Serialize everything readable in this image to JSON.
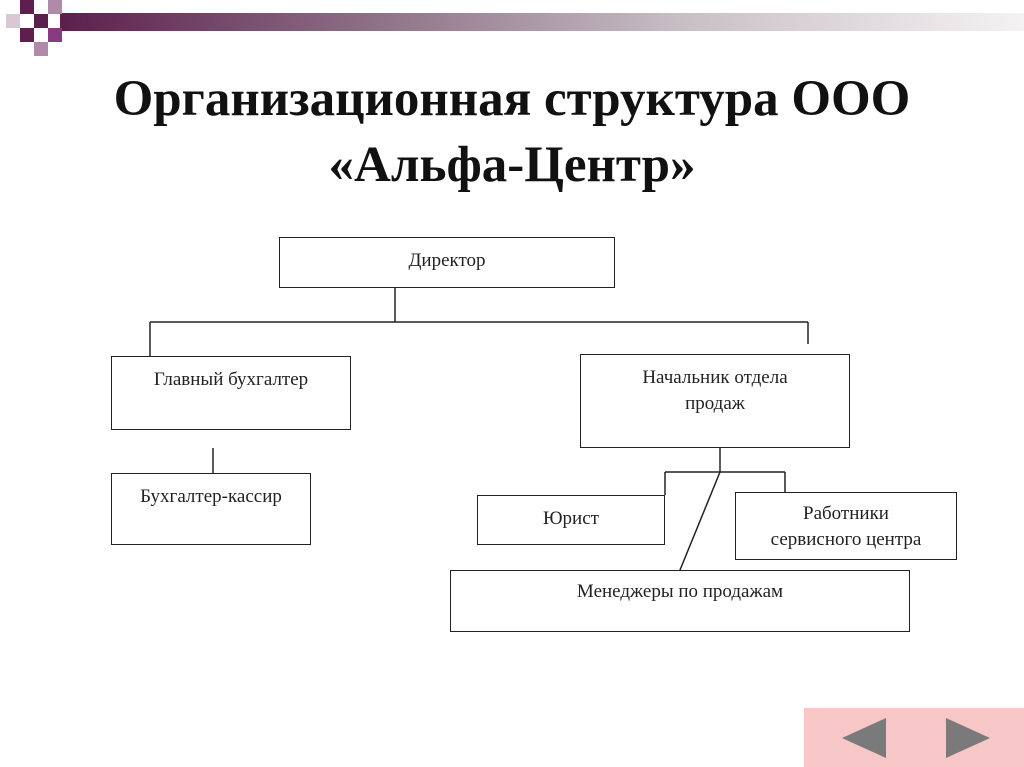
{
  "slide": {
    "title_line1": "Организационная структура ООО",
    "title_line2": "«Альфа-Центр»"
  },
  "org_chart": {
    "director": "Директор",
    "chief_accountant": "Главный бухгалтер",
    "accountant_cashier": "Бухгалтер-кассир",
    "sales_head": [
      "Начальник отдела",
      "продаж"
    ],
    "lawyer": "Юрист",
    "service_staff": [
      "Работники",
      "сервисного центра"
    ],
    "sales_managers": "Менеджеры по продажам"
  },
  "navigation": {
    "prev_icon": "arrow-left-icon",
    "next_icon": "arrow-right-icon"
  },
  "colors": {
    "deco_dark": "#5c1f4e",
    "deco_mid": "#8a3a7e",
    "nav_bg": "#f7c6c6",
    "arrow": "#7a7a7a"
  }
}
